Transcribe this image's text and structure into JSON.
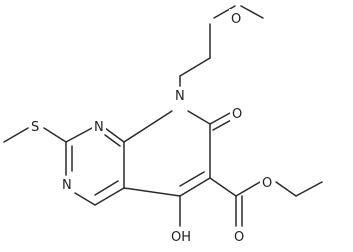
{
  "molecule": {
    "atoms": [
      {
        "id": "o_methoxy",
        "label": "O"
      },
      {
        "id": "n8",
        "label": "N"
      },
      {
        "id": "s_methylthio",
        "label": "S"
      },
      {
        "id": "n1",
        "label": "N"
      },
      {
        "id": "n3",
        "label": "N"
      },
      {
        "id": "o_carbonyl_ring",
        "label": "O"
      },
      {
        "id": "o_ester_single",
        "label": "O"
      },
      {
        "id": "o_ester_double",
        "label": "O"
      },
      {
        "id": "oh",
        "label": "OH"
      }
    ],
    "bond_color": "#2a2a2a",
    "label_color": "#222222"
  }
}
